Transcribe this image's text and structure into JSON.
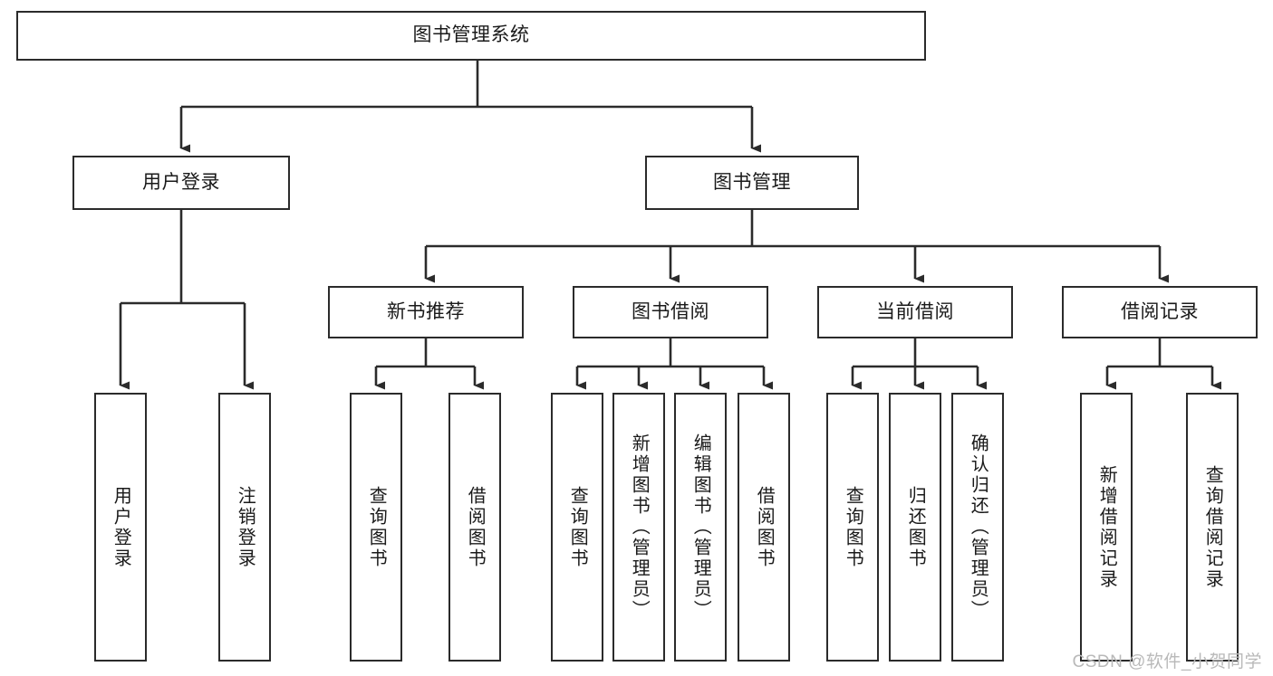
{
  "diagram": {
    "type": "tree",
    "title": "图书管理系统",
    "stroke_color": "#2b2b2b",
    "fill_color": "#ffffff",
    "text_color": "#1a1a1a"
  },
  "root": {
    "label": "图书管理系统"
  },
  "level2": [
    {
      "label": "用户登录"
    },
    {
      "label": "图书管理"
    }
  ],
  "level3": [
    {
      "label": "新书推荐"
    },
    {
      "label": "图书借阅"
    },
    {
      "label": "当前借阅"
    },
    {
      "label": "借阅记录"
    }
  ],
  "leaves": {
    "user_login": [
      {
        "label": "用户登录"
      },
      {
        "label": "注销登录"
      }
    ],
    "new_book_recommend": [
      {
        "label": "查询图书"
      },
      {
        "label": "借阅图书"
      }
    ],
    "book_borrow": [
      {
        "label": "查询图书"
      },
      {
        "label": "新增图书（管理员）"
      },
      {
        "label": "编辑图书（管理员）"
      },
      {
        "label": "借阅图书"
      }
    ],
    "current_borrow": [
      {
        "label": "查询图书"
      },
      {
        "label": "归还图书"
      },
      {
        "label": "确认归还（管理员）"
      }
    ],
    "borrow_record": [
      {
        "label": "新增借阅记录"
      },
      {
        "label": "查询借阅记录"
      }
    ]
  },
  "watermark": {
    "text": "CSDN @软件_小贺同学"
  }
}
